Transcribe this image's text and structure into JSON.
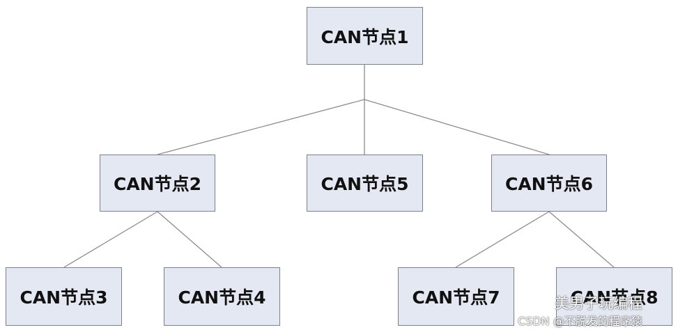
{
  "nodes": {
    "n1": "CAN节点1",
    "n2": "CAN节点2",
    "n3": "CAN节点3",
    "n4": "CAN节点4",
    "n5": "CAN节点5",
    "n6": "CAN节点6",
    "n7": "CAN节点7",
    "n8": "CAN节点8"
  },
  "edges": [
    [
      "n1",
      "n2"
    ],
    [
      "n1",
      "n5"
    ],
    [
      "n1",
      "n6"
    ],
    [
      "n2",
      "n3"
    ],
    [
      "n2",
      "n4"
    ],
    [
      "n6",
      "n7"
    ],
    [
      "n6",
      "n8"
    ]
  ],
  "watermark": {
    "icon": "wechat-icon",
    "account": "美男子玩编程",
    "csdn": "CSDN @不脱发的程序猿"
  },
  "colors": {
    "node_fill": "#e4e8f3",
    "node_border": "#7a7f8c",
    "line": "#8c8c8c"
  }
}
